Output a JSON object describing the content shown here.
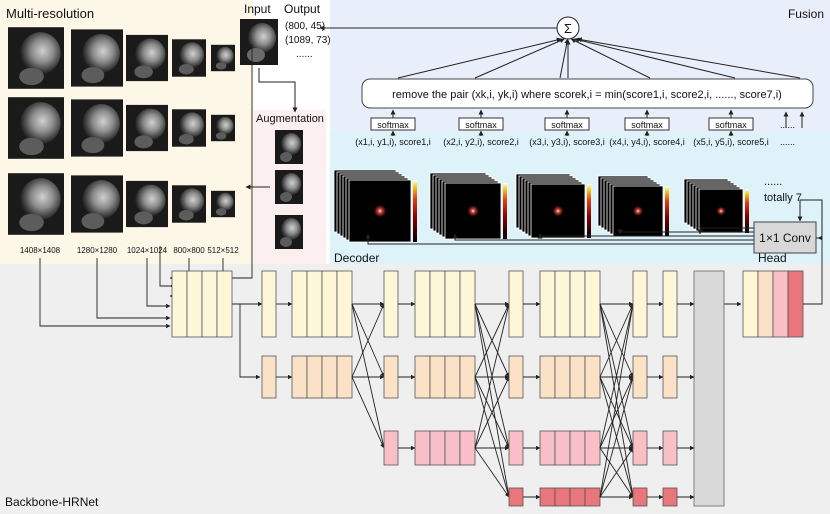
{
  "panels": {
    "multi_resolution": "Multi-resolution",
    "fusion": "Fusion",
    "augmentation": "Augmentation",
    "decoder": "Decoder",
    "head": "Head",
    "backbone": "Backbone-HRNet"
  },
  "io": {
    "input": "Input",
    "output": "Output",
    "outputs": [
      "(800, 45)",
      "(1089, 73)",
      "......"
    ]
  },
  "resolutions": [
    "1408×1408",
    "1280×1280",
    "1024×1024",
    "800×800",
    "512×512"
  ],
  "fusion": {
    "sum_symbol": "Σ",
    "remove_rule": "remove the pair (xk,i, yk,i) where scorek,i = min(score1,i, score2,i, ......, score7,i)"
  },
  "decoder": {
    "softmax_label": "softmax",
    "outputs": [
      "(x1,i, y1,i), score1,i",
      "(x2,i, y2,i), score2,i",
      "(x3,i, y3,i), score3,i",
      "(x4,i, y4,i), score4,i",
      "(x5,i, y5,i), score5,i"
    ],
    "ellipsis": "......",
    "totally": "totally 7"
  },
  "head": {
    "conv_label": "1×1 Conv"
  },
  "colors": {
    "multires_bg": "#fdf7e8",
    "fusion_bg": "#e9eefb",
    "decoder_bg": "#ddf2f9",
    "augment_bg": "#fbeff0",
    "backbone_bg": "#efefef",
    "stage1": "#fdf7d8",
    "stage2": "#fbe2c6",
    "stage3": "#f8bfc7",
    "stage4": "#e8767a",
    "fuse_bar": "#d9d9d9"
  }
}
